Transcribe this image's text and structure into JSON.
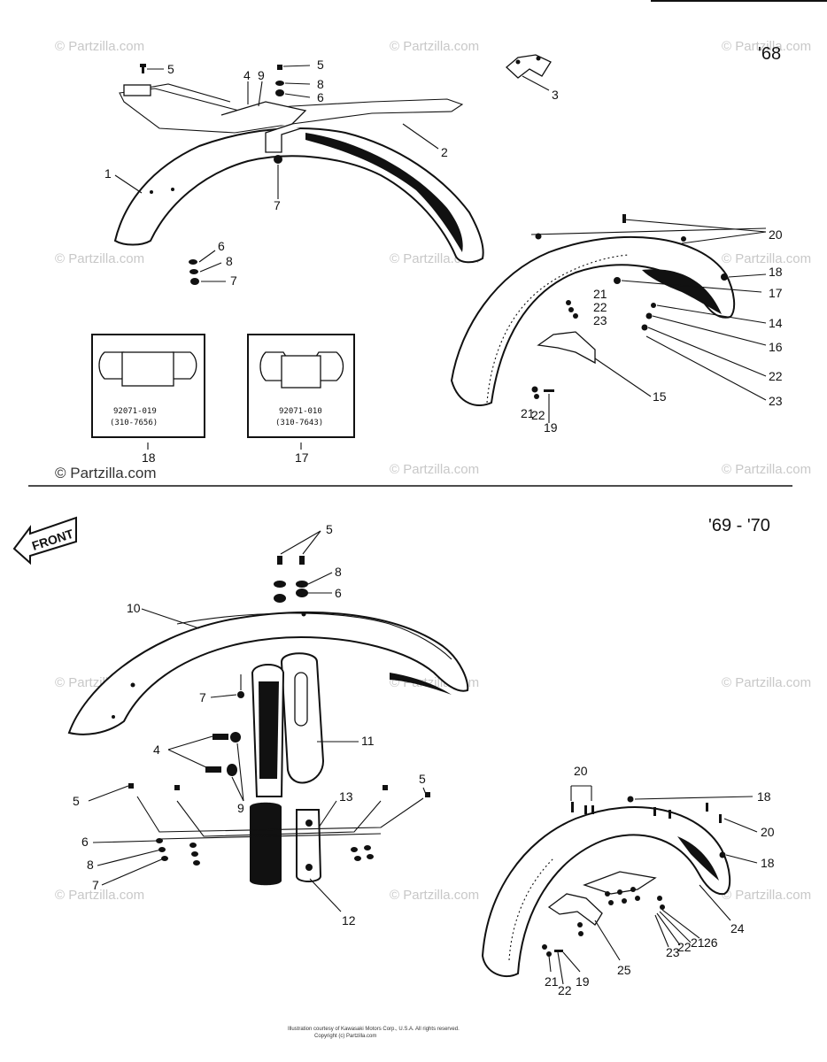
{
  "sections": [
    {
      "year_label": "'68"
    },
    {
      "year_label": "'69 - '70"
    }
  ],
  "front_label": "FRONT",
  "watermark": "© Partzilla.com",
  "watermark_dark": "© Partzilla.com",
  "insets": [
    {
      "part_no": "92071-019",
      "ref_no": "(310-7656)",
      "callout": "18"
    },
    {
      "part_no": "92071-010",
      "ref_no": "(310-7643)",
      "callout": "17"
    }
  ],
  "callouts_top": [
    "5",
    "4",
    "9",
    "5",
    "8",
    "6",
    "3",
    "2",
    "1",
    "7",
    "6",
    "8",
    "7",
    "20",
    "18",
    "17",
    "21",
    "22",
    "23",
    "14",
    "16",
    "22",
    "23",
    "15",
    "21",
    "22",
    "19"
  ],
  "callouts_bottom": [
    "5",
    "8",
    "6",
    "10",
    "7",
    "11",
    "4",
    "9",
    "5",
    "13",
    "5",
    "6",
    "8",
    "7",
    "12",
    "20",
    "18",
    "20",
    "18",
    "24",
    "26",
    "21",
    "22",
    "23",
    "25",
    "21",
    "22",
    "19"
  ],
  "footer_lines": [
    "Illustration courtesy of Kawasaki Motors Corp., U.S.A. All rights reserved.",
    "Copyright (c) Partzilla.com"
  ]
}
